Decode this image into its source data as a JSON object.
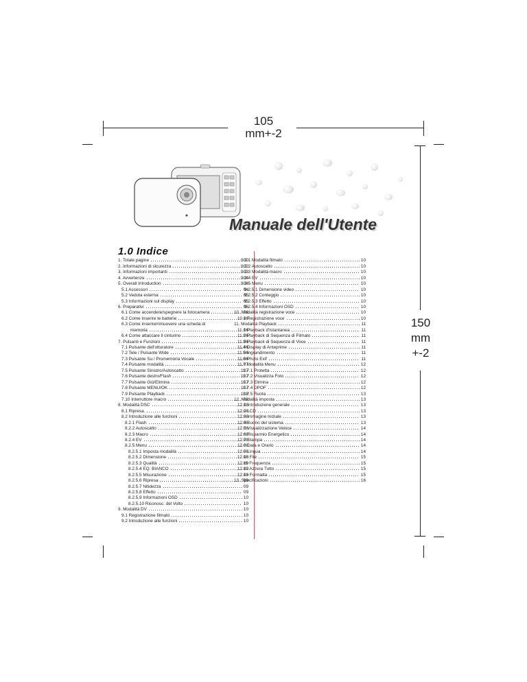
{
  "dimensions": {
    "width_label": "105",
    "width_tol": "mm+-2",
    "height_label": "150",
    "height_unit": "mm",
    "height_tol": "+-2"
  },
  "title": "Manuale dell'Utente",
  "toc_heading": "1.0 Indice",
  "toc_left": [
    {
      "t": "1. Totale pagine",
      "p": "00"
    },
    {
      "t": "2. Informazioni di sicurezza",
      "p": "02"
    },
    {
      "t": "3. Informazioni importanti",
      "p": "03"
    },
    {
      "t": "4. Avvertenze",
      "p": "04"
    },
    {
      "t": "5. Overall Introduction",
      "p": "04"
    },
    {
      "t": "5.1 Accessori",
      "p": "04"
    },
    {
      "t": "5.2 Veduta esterna",
      "p": "05"
    },
    {
      "t": "5.3 Informazioni sul display",
      "p": "05"
    },
    {
      "t": "6. Preparativi",
      "p": "06"
    },
    {
      "t": "6.1 Come accendere/spegnere la fotocamera",
      "p": "06"
    },
    {
      "t": "6.2 Come inserire le batterie",
      "p": "06"
    },
    {
      "t": "6.3 Come inserire/rimuovere una scheda di",
      "p": ""
    },
    {
      "t": "memoria",
      "p": "06"
    },
    {
      "t": "6.4 Come attaccare il cinturino",
      "p": "06"
    },
    {
      "t": "7. Pulsanti e Funzioni",
      "p": "06"
    },
    {
      "t": "7.1 Pulsante dell'otturatore",
      "p": "06"
    },
    {
      "t": "7.2 Tele / Pulsante Wide",
      "p": "06"
    },
    {
      "t": "7.3 Pulsante Su / Promemoria Vocale",
      "p": "06"
    },
    {
      "t": "7.4 Pulsante modalità",
      "p": "07"
    },
    {
      "t": "7.5 Pulsante Sinistro/Autoscatto",
      "p": "07"
    },
    {
      "t": "7.6 Pulsante destro/Flash",
      "p": "07"
    },
    {
      "t": "7.7 Pulsante Giù/Elimina",
      "p": "07"
    },
    {
      "t": "7.8 Pulsante MENU/OK",
      "p": "07"
    },
    {
      "t": "7.9 Pulsante Playback",
      "p": "08"
    },
    {
      "t": "7.10 Interruttore macro",
      "p": "08"
    },
    {
      "t": "8. Modalità DSC",
      "p": "08"
    },
    {
      "t": "8.1 Ripresa.",
      "p": "08"
    },
    {
      "t": "8.2 Introduzione alle funzioni",
      "p": "08"
    },
    {
      "t": "8.2.1 Flash",
      "p": "08"
    },
    {
      "t": "8.2.2 Autoscatto",
      "p": "08"
    },
    {
      "t": "8.2.3 Macro",
      "p": "08"
    },
    {
      "t": "8.2.4 EV",
      "p": "08"
    },
    {
      "t": "8.2.5 Menu",
      "p": "08"
    },
    {
      "t": "8.2.5.1 Imposta modalità",
      "p": "08"
    },
    {
      "t": "8.2.5.2 Dimensione",
      "p": "08"
    },
    {
      "t": "8.2.5.3 Qualità",
      "p": "09"
    },
    {
      "t": "8.2.5.4 EQ. BIANCO",
      "p": "09"
    },
    {
      "t": "8.2.5.5 Misurazione",
      "p": "09"
    },
    {
      "t": "8.2.5.6 Ripresa",
      "p": "09"
    },
    {
      "t": "8.2.5.7 Nitidezza",
      "p": "09"
    },
    {
      "t": "8.2.5.8 Effetto",
      "p": "09"
    },
    {
      "t": "8.2.5.9 Informazioni OSD",
      "p": "10"
    },
    {
      "t": "8.2.5.10 Riconosc. del Volto",
      "p": "10"
    },
    {
      "t": "9. Modalità DV",
      "p": "10"
    },
    {
      "t": "9.1 Registrazione filmato",
      "p": "10"
    },
    {
      "t": "9.2 Introduzione alle funzioni",
      "p": "10"
    }
  ],
  "toc_right": [
    {
      "t": "9.2.1 Modalità filmato",
      "p": "10"
    },
    {
      "t": "9.2.2 Autoscatto",
      "p": "10"
    },
    {
      "t": "9.2.3 Modalità macro",
      "p": "10"
    },
    {
      "t": "9.2.4 EV",
      "p": "10"
    },
    {
      "t": "9.2.5 Menu",
      "p": "10"
    },
    {
      "t": "9.2.5.1 Dimensione video",
      "p": "10"
    },
    {
      "t": "9.2.5.2 Conteggio",
      "p": "10"
    },
    {
      "t": "9.2.5.3 Effetto",
      "p": "10"
    },
    {
      "t": "9.2.5.4 Informazioni OSD",
      "p": "10"
    },
    {
      "t": "10. Modalità registrazione voce",
      "p": "10"
    },
    {
      "t": "10.1 Registrazione voce",
      "p": "10"
    },
    {
      "t": "11. Modalità Playback",
      "p": "11"
    },
    {
      "t": "11.1 Playback d'Istantanea",
      "p": "11"
    },
    {
      "t": "11.2 Playback di Sequenza di Filmato",
      "p": "11"
    },
    {
      "t": "11.3 Playback di Sequenza di Voce",
      "p": "11"
    },
    {
      "t": "11.4 Display di Anteprime",
      "p": "11"
    },
    {
      "t": "11.5 Ingrandimento",
      "p": "11"
    },
    {
      "t": "11.6 Photo Exif",
      "p": "11"
    },
    {
      "t": "11.7 Modalità Menu",
      "p": "12"
    },
    {
      "t": "11.7.1 Protetta",
      "p": "12"
    },
    {
      "t": "11.7.2 Visualizza Foto",
      "p": "12"
    },
    {
      "t": "11.7.3 Elimina",
      "p": "12"
    },
    {
      "t": "11.7.4 DPOF",
      "p": "12"
    },
    {
      "t": "11.7.5 Ruota",
      "p": "13"
    },
    {
      "t": "12. Modalità imposta",
      "p": "13"
    },
    {
      "t": "12.1 Introduzione generale",
      "p": "13"
    },
    {
      "t": "12.2 LCD",
      "p": "13"
    },
    {
      "t": "12.3 Immagine Iniziale",
      "p": "13"
    },
    {
      "t": "12.4 Suono del sistema",
      "p": "13"
    },
    {
      "t": "12.5 Visualizzazione Veloce",
      "p": "14"
    },
    {
      "t": "12.6 Risparmio Energetico",
      "p": "14"
    },
    {
      "t": "12.7 Stampa",
      "p": "14"
    },
    {
      "t": "12.8 Data e Orario",
      "p": "14"
    },
    {
      "t": "12.9 Lingua",
      "p": "14"
    },
    {
      "t": "12.10 File",
      "p": "15"
    },
    {
      "t": "12.11 Frequenza",
      "p": "15"
    },
    {
      "t": "12.12 Azzera Tutto",
      "p": "15"
    },
    {
      "t": "12.13 Formatta",
      "p": "15"
    },
    {
      "t": "13. Specificazioni",
      "p": "16"
    }
  ]
}
